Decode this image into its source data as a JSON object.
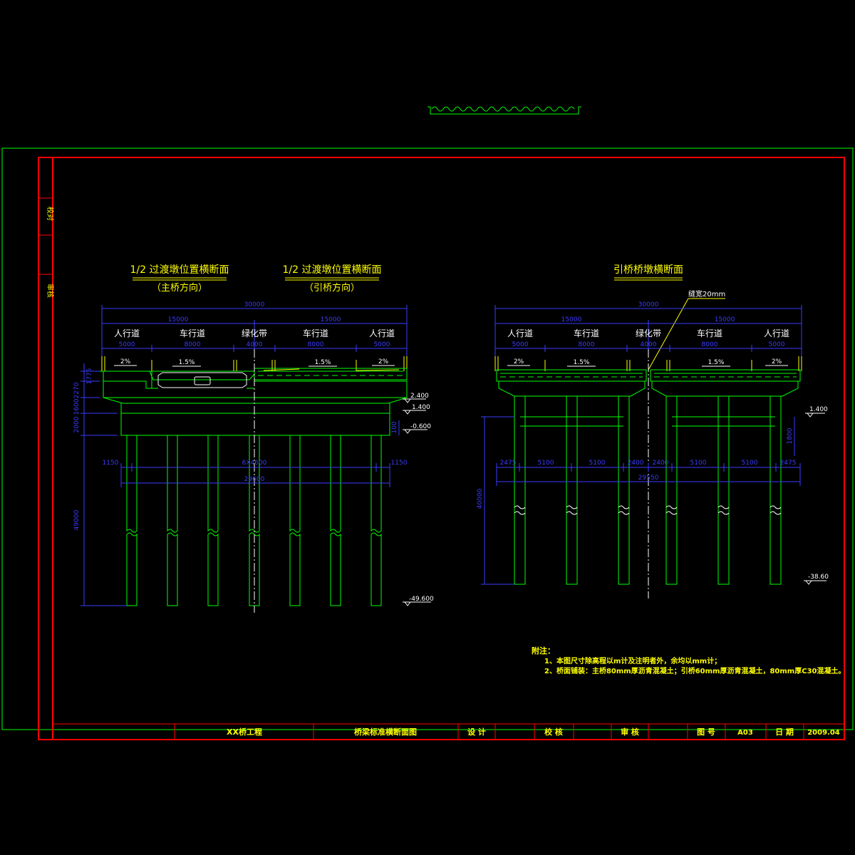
{
  "header_scribble": "00000000000000000000000000",
  "side_strip": {
    "label_top": "校对",
    "label_bottom": "审核"
  },
  "left_view": {
    "title1": "1/2 过渡墩位置横断面",
    "sub1": "（主桥方向）",
    "title2": "1/2 过渡墩位置横断面",
    "sub2": "（引桥方向）",
    "dim_total": "30000",
    "dim_half_left": "15000",
    "dim_half_right": "15000",
    "lanes": [
      {
        "label": "人行道",
        "width": "5000"
      },
      {
        "label": "车行道",
        "width": "8000"
      },
      {
        "label": "绿化带",
        "width": "4000"
      },
      {
        "label": "车行道",
        "width": "8000"
      },
      {
        "label": "人行道",
        "width": "5000"
      }
    ],
    "slopes": [
      "2%",
      "1.5%",
      "1.5%",
      "2%"
    ],
    "v_dims": [
      "1775",
      "2270",
      "1600",
      "2000"
    ],
    "elevations": [
      "2.400",
      "1.400",
      "-0.600",
      "-49.600"
    ],
    "dim_100": "100",
    "pile_spacing": [
      "1150",
      "6X4600",
      "1150"
    ],
    "pile_total": "29600",
    "pile_length": "49000"
  },
  "right_view": {
    "title": "引桥桥墩横断面",
    "gap_note": "缝宽20mm",
    "dim_total": "30000",
    "dim_half_left": "15000",
    "dim_half_right": "15000",
    "lanes": [
      {
        "label": "人行道",
        "width": "5000"
      },
      {
        "label": "车行道",
        "width": "8000"
      },
      {
        "label": "绿化带",
        "width": "4000"
      },
      {
        "label": "车行道",
        "width": "8000"
      },
      {
        "label": "人行道",
        "width": "5000"
      }
    ],
    "slopes": [
      "2%",
      "1.5%",
      "1.5%",
      "2%"
    ],
    "elevations": [
      "1.400",
      "-38.60"
    ],
    "v_dims": [
      "1800"
    ],
    "pile_spacing": [
      "2475",
      "5100",
      "5100",
      "2400",
      "2400",
      "5100",
      "5100",
      "2475"
    ],
    "pile_total": "29550",
    "pile_length": "40000"
  },
  "notes": {
    "heading": "附注：",
    "items": [
      "1、本图尺寸除高程以m计及注明者外，余均以mm计；",
      "2、桥面铺装：主桥80mm厚沥青混凝土；引桥60mm厚沥青混凝土，80mm厚C30混凝土。"
    ]
  },
  "title_block": {
    "project": "XX桥工程",
    "drawing_name": "桥梁标准横断面图",
    "design_label": "设 计",
    "check_label": "校 核",
    "review_label": "审 核",
    "drawing_no_label": "图 号",
    "drawing_no": "A03",
    "date_label": "日 期",
    "date": "2009.04"
  }
}
